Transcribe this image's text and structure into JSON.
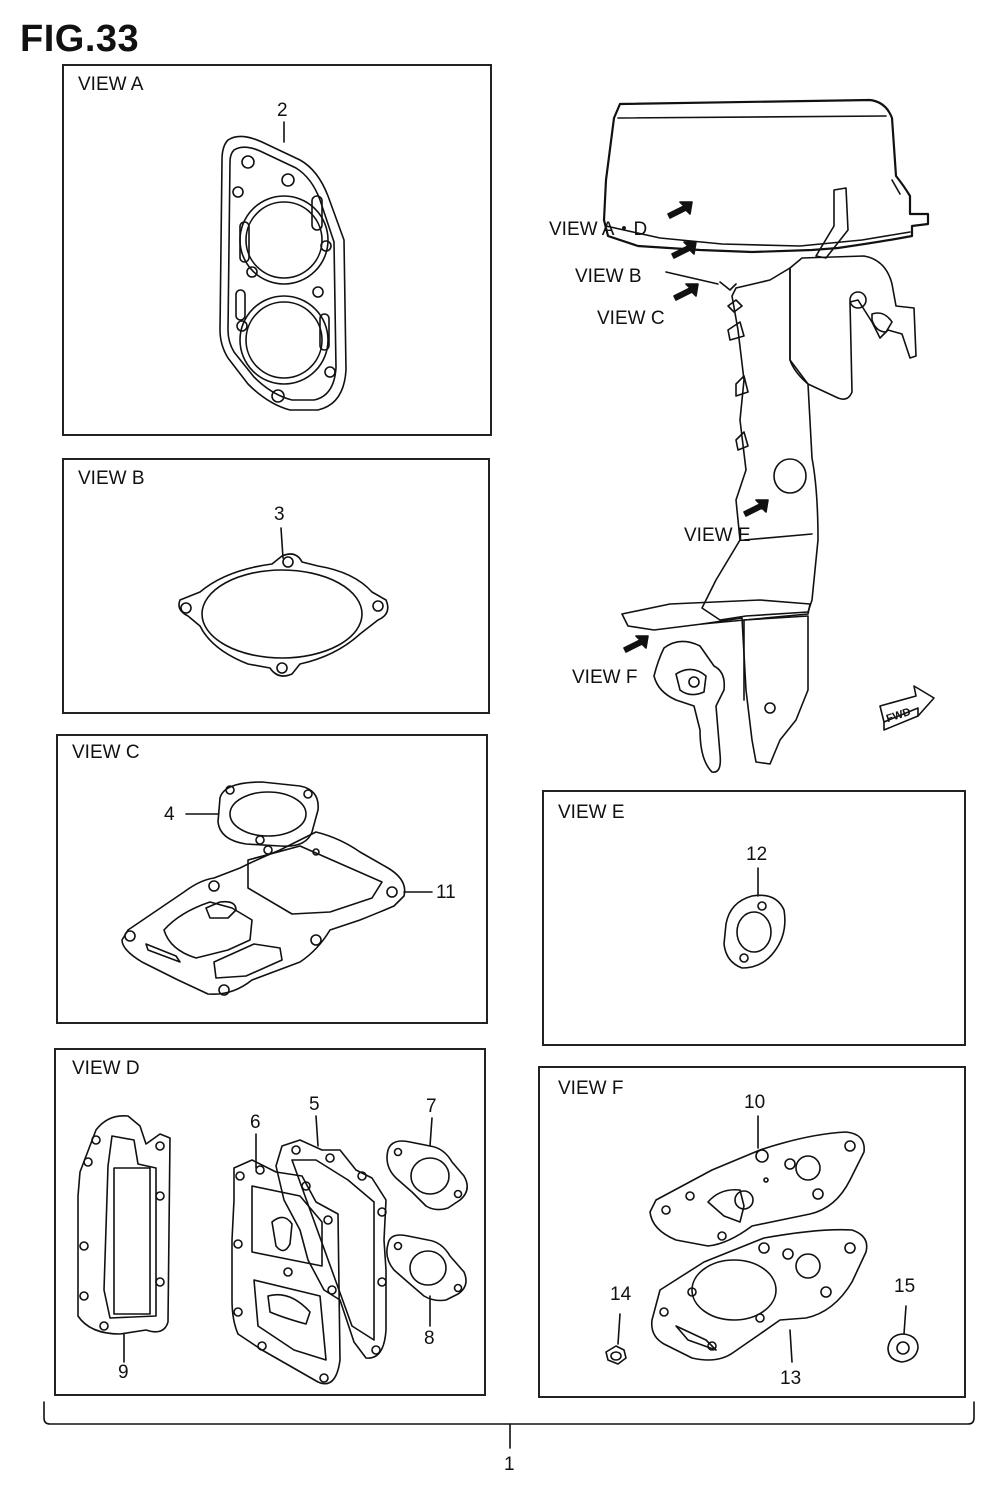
{
  "figure": {
    "title": "FIG.33"
  },
  "panels": {
    "view_a": {
      "label": "VIEW A",
      "parts": [
        "2"
      ]
    },
    "view_b": {
      "label": "VIEW B",
      "parts": [
        "3"
      ]
    },
    "view_c": {
      "label": "VIEW C",
      "parts": [
        "4",
        "11"
      ]
    },
    "view_d": {
      "label": "VIEW D",
      "parts": [
        "5",
        "6",
        "7",
        "8",
        "9"
      ]
    },
    "view_e": {
      "label": "VIEW E",
      "parts": [
        "12"
      ]
    },
    "view_f": {
      "label": "VIEW F",
      "parts": [
        "10",
        "13",
        "14",
        "15"
      ]
    }
  },
  "engine_view_pointers": {
    "a_d": "VIEW A・D",
    "b": "VIEW B",
    "c": "VIEW C",
    "e": "VIEW E",
    "f": "VIEW F"
  },
  "direction_badge": "FWD",
  "assembly_callout": "1"
}
